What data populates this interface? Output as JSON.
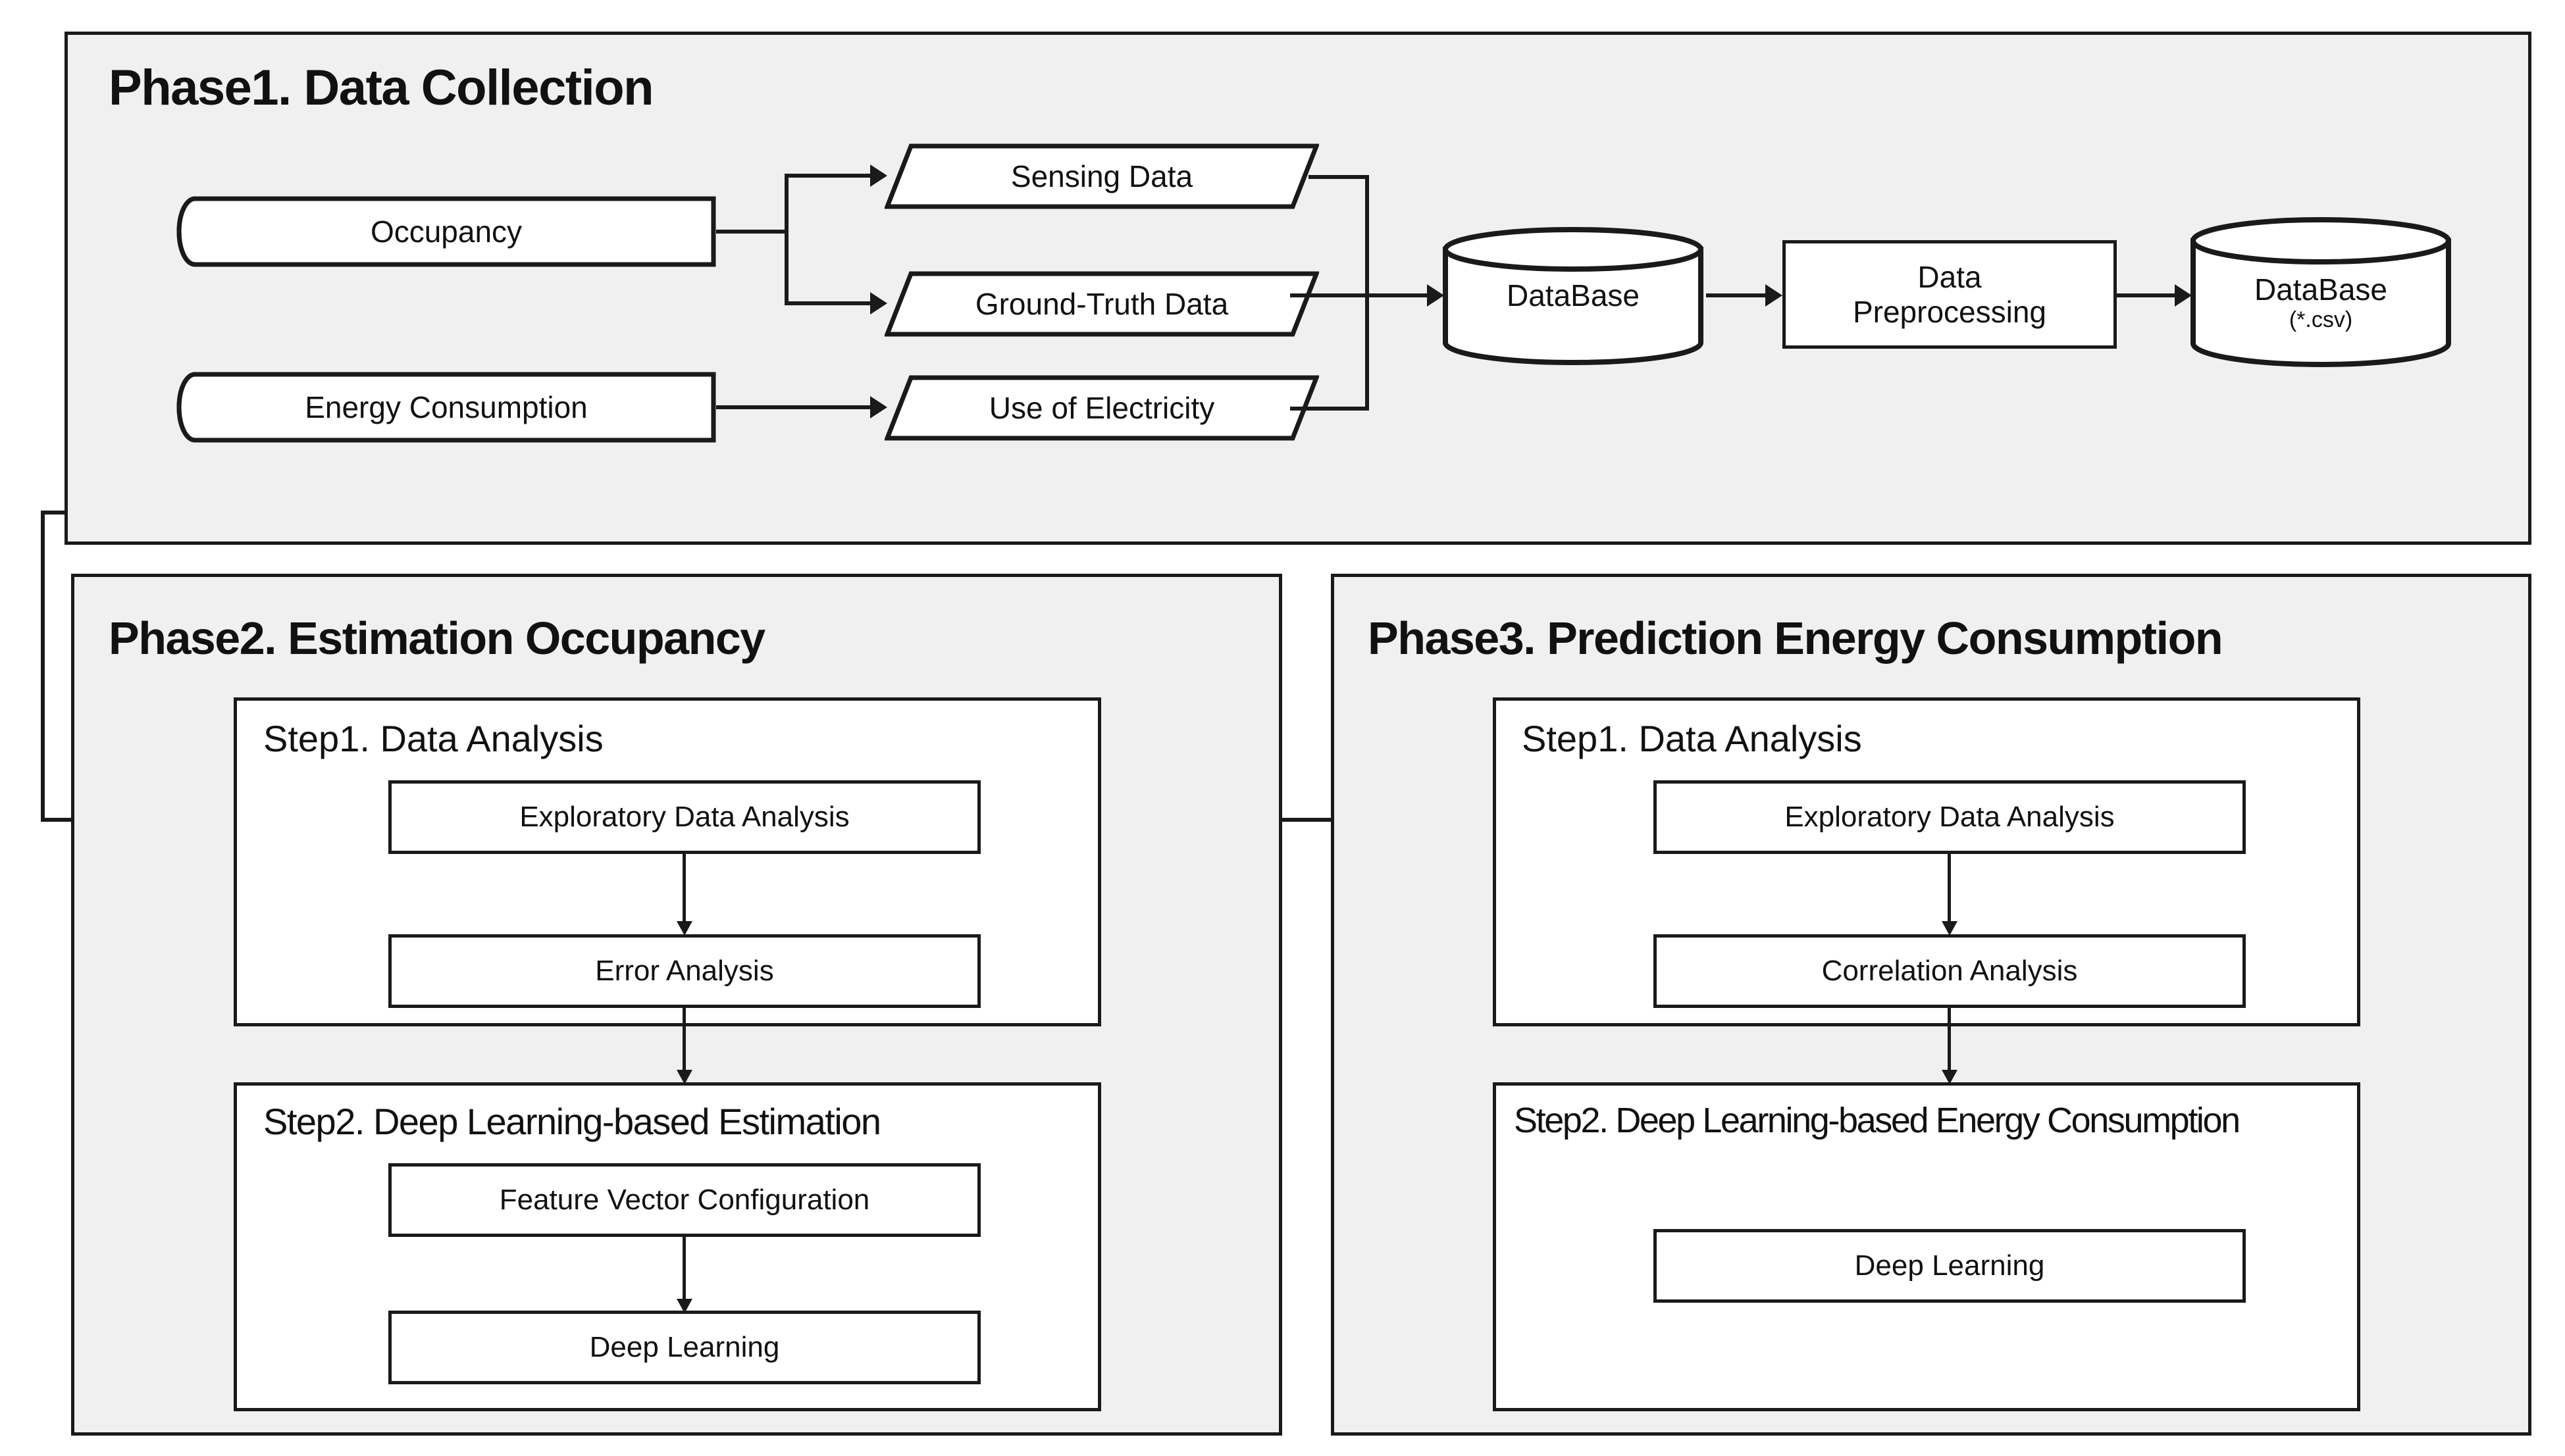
{
  "diagram": {
    "title_visible": false,
    "colors": {
      "phase_background": "#f0f0f0",
      "node_background": "#ffffff",
      "stroke": "#1a1a1a",
      "page_background": "#ffffff"
    }
  },
  "phase1": {
    "title": "Phase1. Data Collection",
    "sources": [
      {
        "label": "Occupancy",
        "shape": "horizontal-cylinder"
      },
      {
        "label": "Energy Consumption",
        "shape": "horizontal-cylinder"
      }
    ],
    "data_shapes": [
      {
        "label": "Sensing Data",
        "shape": "parallelogram"
      },
      {
        "label": "Ground-Truth Data",
        "shape": "parallelogram"
      },
      {
        "label": "Use of Electricity",
        "shape": "parallelogram"
      }
    ],
    "database_in": {
      "label": "DataBase",
      "shape": "database-cylinder"
    },
    "process": {
      "label_line1": "Data",
      "label_line2": "Preprocessing",
      "shape": "rectangle"
    },
    "database_out": {
      "label": "DataBase",
      "sublabel": "(*.csv)",
      "shape": "database-cylinder"
    }
  },
  "phase2": {
    "title": "Phase2. Estimation Occupancy",
    "step1": {
      "title": "Step1. Data Analysis",
      "nodes": [
        {
          "label": "Exploratory Data Analysis"
        },
        {
          "label": "Error Analysis"
        }
      ]
    },
    "step2": {
      "title": "Step2. Deep Learning-based Estimation",
      "nodes": [
        {
          "label": "Feature Vector Configuration"
        },
        {
          "label": "Deep Learning"
        }
      ]
    }
  },
  "phase3": {
    "title": "Phase3. Prediction Energy Consumption",
    "step1": {
      "title": "Step1. Data Analysis",
      "nodes": [
        {
          "label": "Exploratory Data Analysis"
        },
        {
          "label": "Correlation Analysis"
        }
      ]
    },
    "step2": {
      "title": "Step2. Deep Learning-based Energy Consumption",
      "nodes": [
        {
          "label": "Deep Learning"
        }
      ]
    }
  },
  "flows": [
    {
      "from": "Occupancy",
      "to": "Sensing Data"
    },
    {
      "from": "Occupancy",
      "to": "Ground-Truth Data"
    },
    {
      "from": "Energy Consumption",
      "to": "Use of Electricity"
    },
    {
      "from": "Sensing Data",
      "to": "DataBase"
    },
    {
      "from": "Ground-Truth Data",
      "to": "DataBase"
    },
    {
      "from": "Use of Electricity",
      "to": "DataBase"
    },
    {
      "from": "DataBase",
      "to": "Data Preprocessing"
    },
    {
      "from": "Data Preprocessing",
      "to": "DataBase (*.csv)"
    },
    {
      "from": "DataBase (*.csv)",
      "to": "Phase2 Exploratory Data Analysis"
    },
    {
      "from": "Phase2 Exploratory Data Analysis",
      "to": "Error Analysis"
    },
    {
      "from": "Error Analysis",
      "to": "Feature Vector Configuration"
    },
    {
      "from": "Feature Vector Configuration",
      "to": "Deep Learning"
    },
    {
      "from": "Phase2 Deep Learning",
      "to": "Phase3 Exploratory Data Analysis"
    },
    {
      "from": "Phase3 Exploratory Data Analysis",
      "to": "Correlation Analysis"
    },
    {
      "from": "Correlation Analysis",
      "to": "Phase3 Deep Learning"
    }
  ]
}
